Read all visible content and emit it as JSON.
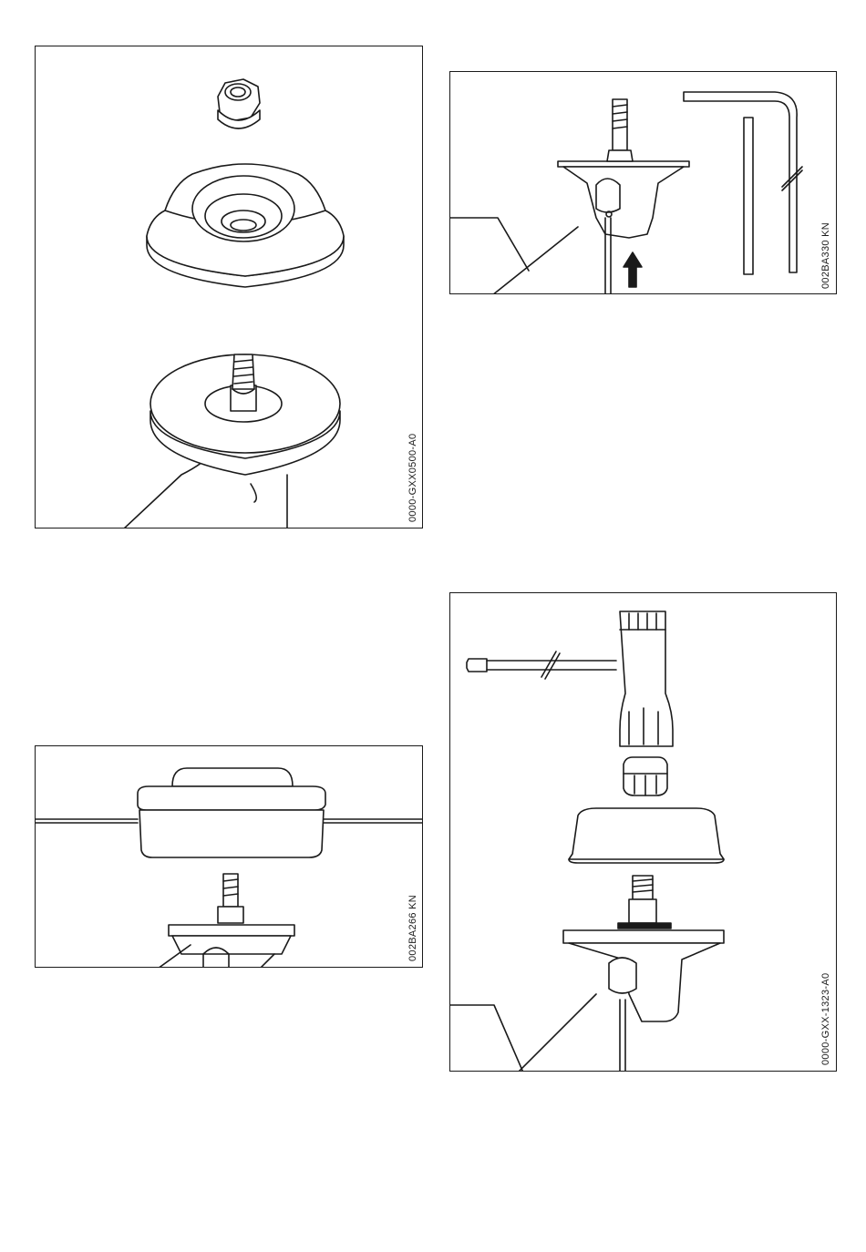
{
  "figures": [
    {
      "code": "0000-GXX0500-A0",
      "subject": "nut, cup and threaded shaft on gear head"
    },
    {
      "code": "002BA330 KN",
      "subject": "locking pin inserted into gear head, hex key"
    },
    {
      "code": "002BA266 KN",
      "subject": "mowing head with line above threaded shaft"
    },
    {
      "code": "0000-GXX-1323-A0",
      "subject": "box wrench, nut, cup, shaft and gear head with locking pin"
    }
  ]
}
